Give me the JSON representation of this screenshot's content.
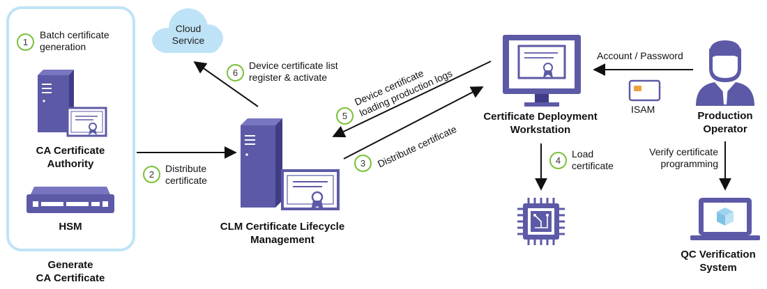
{
  "ca_group": {
    "step1": {
      "num": "1",
      "label": "Batch certificate\ngeneration"
    },
    "ca_title": "CA Certificate\nAuthority",
    "hsm_title": "HSM",
    "group_caption": "Generate\nCA Certificate"
  },
  "cloud": {
    "label": "Cloud\nService"
  },
  "step6": {
    "num": "6",
    "label": "Device certificate list\nregister & activate"
  },
  "step2": {
    "num": "2",
    "label": "Distribute\ncertificate"
  },
  "clm": {
    "title": "CLM Certificate Lifecycle\nManagement"
  },
  "step5": {
    "num": "5",
    "label": "Device certificate\nloading production logs"
  },
  "step3": {
    "num": "3",
    "label": "Distribute certificate"
  },
  "workstation": {
    "title": "Certificate Deployment\nWorkstation"
  },
  "step4": {
    "num": "4",
    "label": "Load\ncertificate"
  },
  "account_label": "Account / Password",
  "isam_label": "ISAM",
  "operator": {
    "title": "Production\nOperator"
  },
  "verify_label": "Verify certificate\nprogramming",
  "qc": {
    "title": "QC Verification\nSystem"
  },
  "colors": {
    "accent": "#5c5aa6",
    "group_border": "#bfe3f6",
    "cloud": "#bfe3f6",
    "step_ring": "#79c03a",
    "arrow": "#111111"
  },
  "icons": [
    "server-icon",
    "certificate-icon",
    "hsm-appliance-icon",
    "cloud-icon",
    "monitor-icon",
    "person-icon",
    "smart-card-icon",
    "chip-icon",
    "laptop-icon"
  ]
}
